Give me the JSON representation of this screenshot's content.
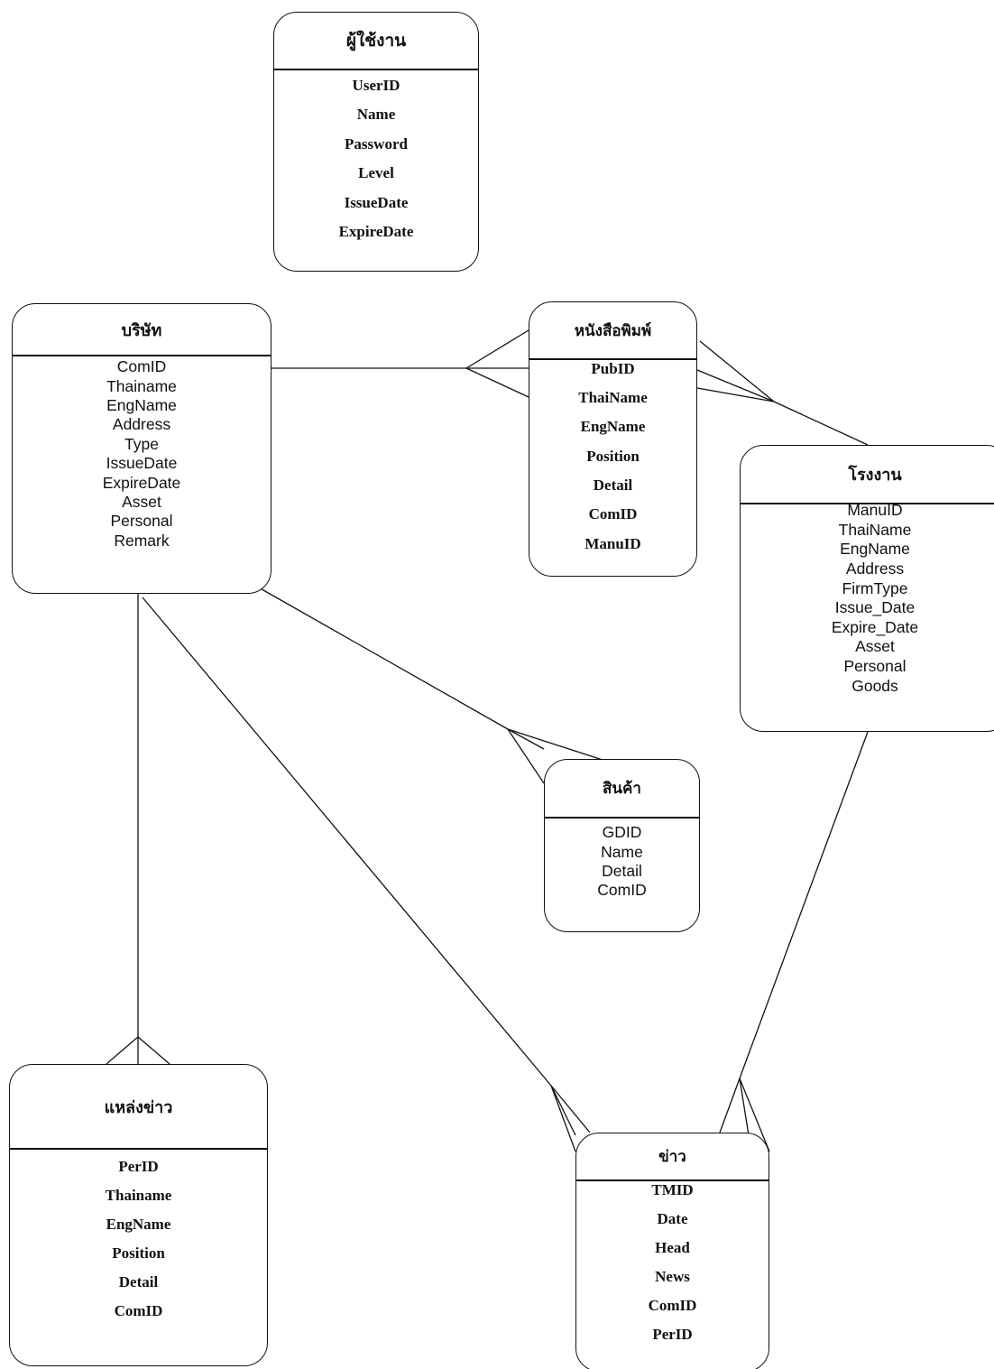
{
  "entities": [
    {
      "id": "users",
      "title": "ผู้ใช้งาน",
      "style": "serif",
      "attributes": [
        "UserID",
        "Name",
        "Password",
        "Level",
        "IssueDate",
        "ExpireDate"
      ]
    },
    {
      "id": "company",
      "title": "บริษัท",
      "style": "sans",
      "attributes": [
        "ComID",
        "Thainame",
        "EngName",
        "Address",
        "Type",
        "IssueDate",
        "ExpireDate",
        "Asset",
        "Personal",
        "Remark"
      ]
    },
    {
      "id": "newspaper",
      "title": "หนังสือพิมพ์",
      "style": "serif",
      "attributes": [
        "PubID",
        "ThaiName",
        "EngName",
        "Position",
        "Detail",
        "ComID",
        "ManuID"
      ]
    },
    {
      "id": "factory",
      "title": "โรงงาน",
      "style": "sans",
      "attributes": [
        "ManuID",
        "ThaiName",
        "EngName",
        "Address",
        "FirmType",
        "Issue_Date",
        "Expire_Date",
        "Asset",
        "Personal",
        "Goods"
      ]
    },
    {
      "id": "product",
      "title": "สินค้า",
      "style": "sans",
      "attributes": [
        "GDID",
        "Name",
        "Detail",
        "ComID"
      ]
    },
    {
      "id": "news_source",
      "title": "แหล่งข่าว",
      "style": "serif",
      "attributes": [
        "PerID",
        "Thainame",
        "EngName",
        "Position",
        "Detail",
        "ComID"
      ]
    },
    {
      "id": "news",
      "title": "ข่าว",
      "style": "serif",
      "attributes": [
        "TMID",
        "Date",
        "Head",
        "News",
        "ComID",
        "PerID"
      ]
    }
  ],
  "relationships": [
    {
      "from": "company",
      "to": "newspaper",
      "cardinality": "one-to-many"
    },
    {
      "from": "newspaper",
      "to": "factory",
      "cardinality": "many-to-one"
    },
    {
      "from": "company",
      "to": "product",
      "cardinality": "one-to-many"
    },
    {
      "from": "company",
      "to": "news_source",
      "cardinality": "one-to-many"
    },
    {
      "from": "company",
      "to": "news",
      "cardinality": "one-to-many"
    },
    {
      "from": "factory",
      "to": "news",
      "cardinality": "one-to-many"
    }
  ]
}
